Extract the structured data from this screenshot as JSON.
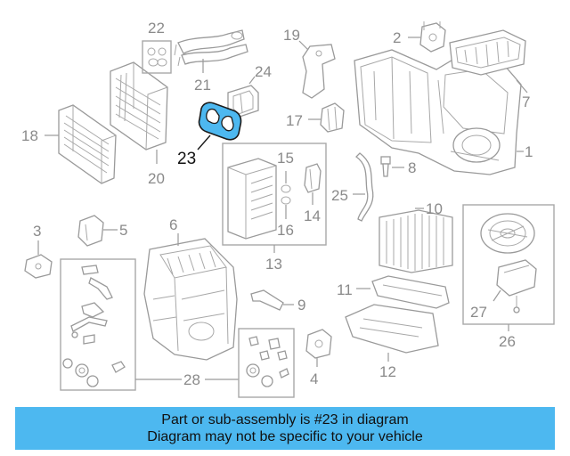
{
  "diagram": {
    "highlight_color": "#4db8f0",
    "line_color": "#9a9a9a",
    "callouts": {
      "c1": "1",
      "c2": "2",
      "c3": "3",
      "c4": "4",
      "c5": "5",
      "c6": "6",
      "c7": "7",
      "c8": "8",
      "c9": "9",
      "c10": "10",
      "c11": "11",
      "c12": "12",
      "c13": "13",
      "c14": "14",
      "c15": "15",
      "c16": "16",
      "c17": "17",
      "c18": "18",
      "c19": "19",
      "c20": "20",
      "c21": "21",
      "c22": "22",
      "c23": "23",
      "c24": "24",
      "c25": "25",
      "c26": "26",
      "c27": "27",
      "c28": "28"
    }
  },
  "banner": {
    "line1": "Part or sub-assembly is #23 in diagram",
    "line2": "Diagram may not be specific to your vehicle",
    "background": "#4db8f0"
  }
}
